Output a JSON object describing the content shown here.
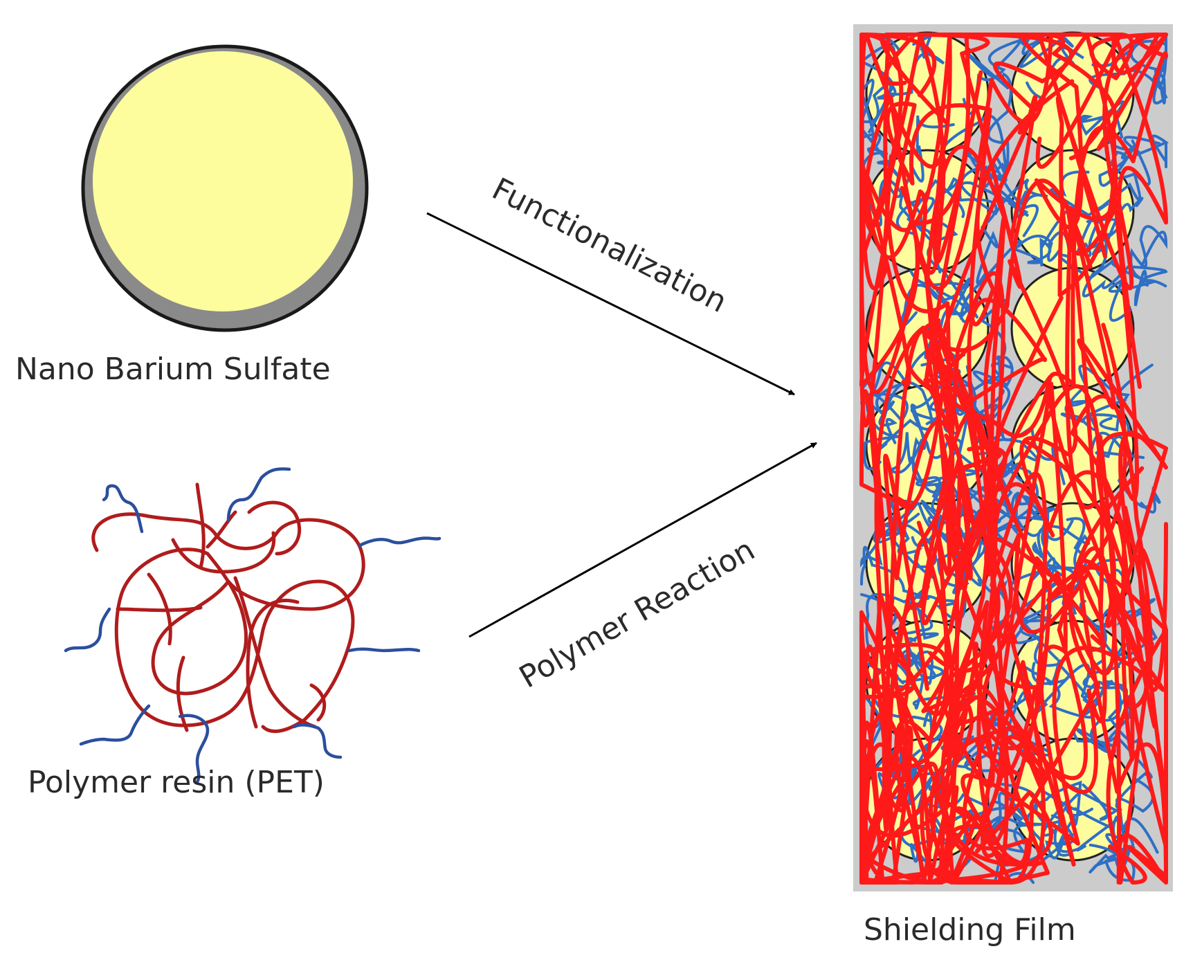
{
  "labels": {
    "particle": "Nano Barium Sulfate",
    "resin": "Polymer  resin (PET)",
    "step1": "Functionalization",
    "step2": "Polymer  Reaction",
    "product": "Shielding Film"
  },
  "colors": {
    "particle_fill": "#fdfd9e",
    "particle_rim": "#8a8a8a",
    "resin_chain": "#b01c1c",
    "functional_group": "#2b4f9e",
    "film_background": "#cccccc",
    "film_matrix_blue": "#2f6fc4",
    "film_polymer_red": "#ff1a1a",
    "arrow": "#000000"
  }
}
